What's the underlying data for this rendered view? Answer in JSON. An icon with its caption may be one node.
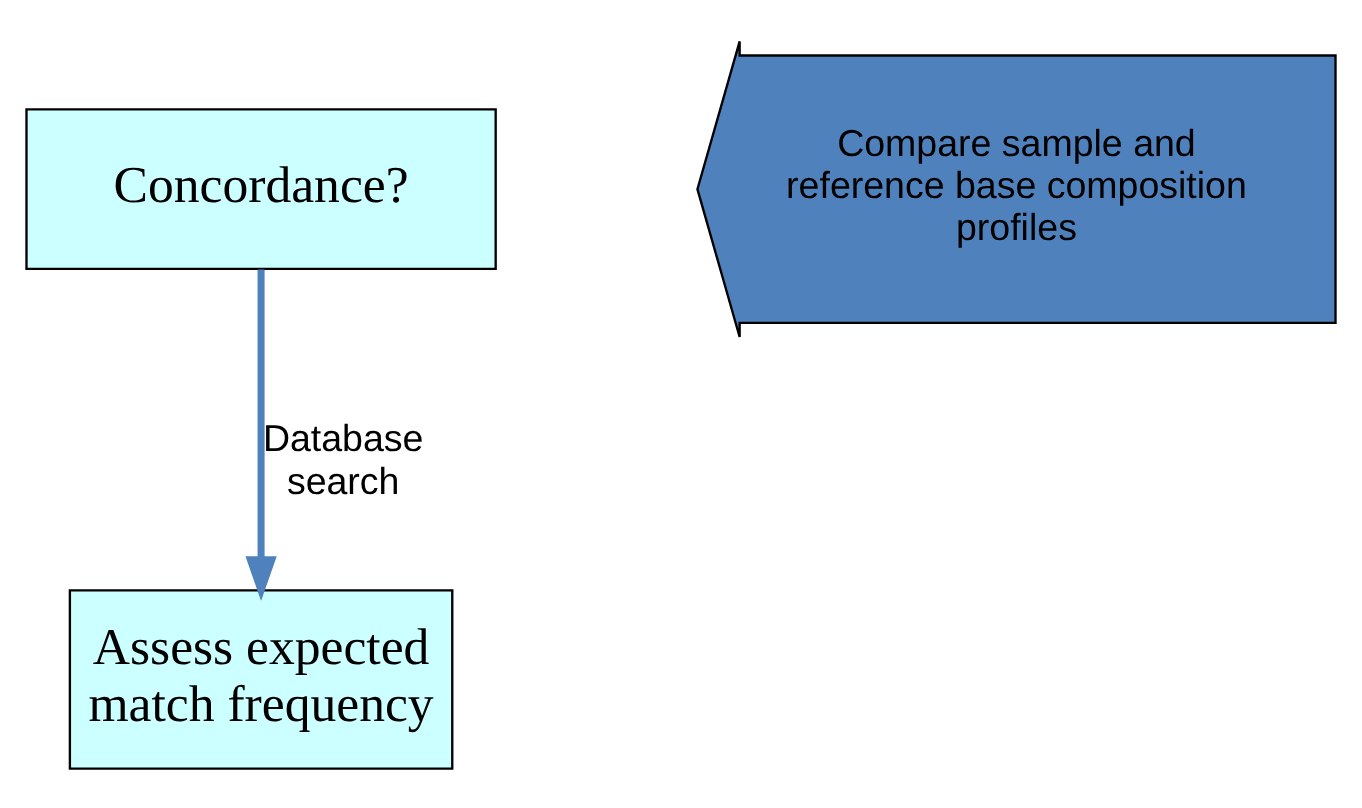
{
  "diagram": {
    "nodes": [
      {
        "text": [
          "Concordance?"
        ]
      },
      {
        "text": [
          "Assess expected match frequency"
        ]
      },
      {
        "text": [
          "Compare sample and reference base composition profiles"
        ]
      }
    ],
    "edges": [
      {
        "from": 0,
        "to": 1,
        "arrow": "to",
        "label": "Database search"
      }
    ]
  }
}
